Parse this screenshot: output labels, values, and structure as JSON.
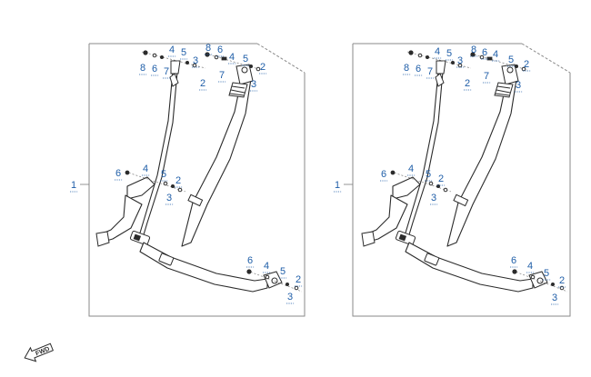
{
  "callout_color": "#1f5ea8",
  "panels": [
    {
      "main_ref": "1",
      "top_left_hardware": [
        "8",
        "6",
        "7",
        "4",
        "5",
        "3",
        "2"
      ],
      "top_right_hardware": [
        "8",
        "6",
        "7",
        "4",
        "5",
        "3",
        "2"
      ],
      "buckle_hardware": [
        "6",
        "4",
        "5",
        "3",
        "2"
      ],
      "lower_hardware": [
        "6",
        "4",
        "5",
        "3",
        "2"
      ]
    },
    {
      "main_ref": "1",
      "top_left_hardware": [
        "8",
        "6",
        "7",
        "4",
        "5",
        "3",
        "2"
      ],
      "top_right_hardware": [
        "8",
        "6",
        "7",
        "4",
        "5",
        "3",
        "2"
      ],
      "buckle_hardware": [
        "6",
        "4",
        "5",
        "3",
        "2"
      ],
      "lower_hardware": [
        "6",
        "4",
        "5",
        "3",
        "2"
      ]
    }
  ],
  "forward_indicator": {
    "icon": "forward-arrow-icon",
    "label": "FWD"
  }
}
